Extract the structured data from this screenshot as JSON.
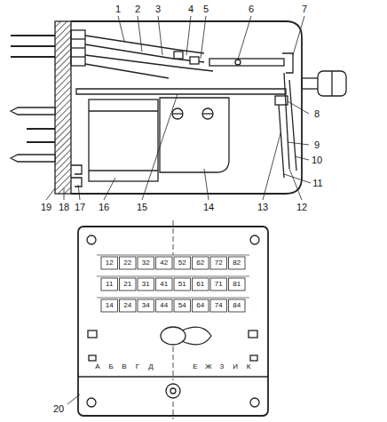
{
  "diagram": {
    "labels": [
      "1",
      "2",
      "3",
      "4",
      "5",
      "6",
      "7",
      "8",
      "9",
      "10",
      "11",
      "12",
      "13",
      "14",
      "15",
      "16",
      "17",
      "18",
      "19",
      "12",
      "22",
      "32",
      "42",
      "52",
      "62",
      "72",
      "82",
      "11",
      "21",
      "31",
      "41",
      "51",
      "61",
      "71",
      "81",
      "14",
      "24",
      "34",
      "44",
      "54",
      "64",
      "74",
      "84",
      "А",
      "Б",
      "В",
      "Г",
      "Д",
      "Е",
      "Ж",
      "З",
      "И",
      "К",
      "20"
    ]
  }
}
